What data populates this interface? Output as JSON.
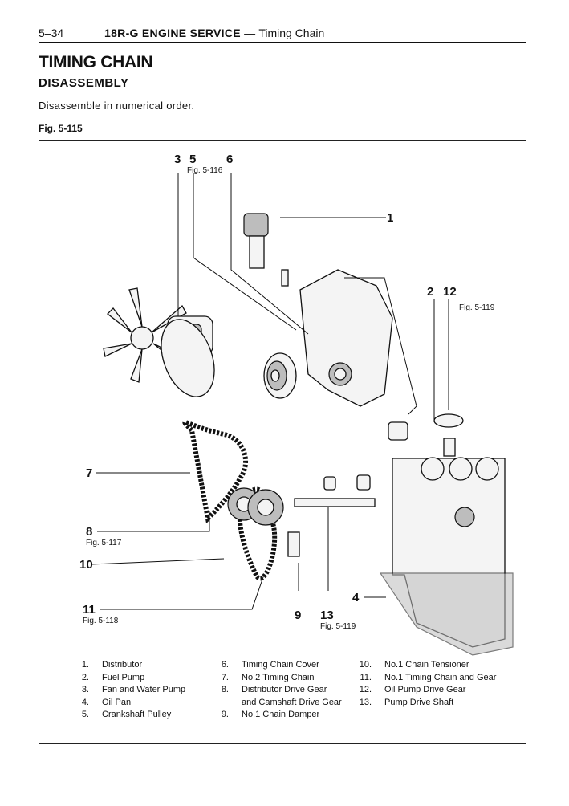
{
  "header": {
    "page_number": "5–34",
    "section": "18R-G ENGINE SERVICE",
    "separator": "—",
    "subsection": "Timing Chain"
  },
  "title": "TIMING CHAIN",
  "subtitle": "DISASSEMBLY",
  "instruction": "Disassemble in numerical order.",
  "figure": {
    "label": "Fig. 5-115",
    "callouts": {
      "c1": "1",
      "c2": "2",
      "c3": "3",
      "c4": "4",
      "c5": "5",
      "c6": "6",
      "c7": "7",
      "c8": "8",
      "c9": "9",
      "c10": "10",
      "c11": "11",
      "c12": "12",
      "c13": "13"
    },
    "refs": {
      "r5": "Fig. 5-116",
      "r12": "Fig. 5-119",
      "r8": "Fig. 5-117",
      "r11": "Fig. 5-118",
      "r13": "Fig. 5-119"
    }
  },
  "legend": {
    "col1": [
      {
        "num": "1.",
        "text": "Distributor"
      },
      {
        "num": "2.",
        "text": "Fuel Pump"
      },
      {
        "num": "3.",
        "text": "Fan and Water Pump"
      },
      {
        "num": "4.",
        "text": "Oil Pan"
      },
      {
        "num": "5.",
        "text": "Crankshaft Pulley"
      }
    ],
    "col2": [
      {
        "num": "6.",
        "text": "Timing Chain Cover"
      },
      {
        "num": "7.",
        "text": "No.2 Timing Chain"
      },
      {
        "num": "8.",
        "text": "Distributor Drive Gear"
      },
      {
        "num": "",
        "text": "and Camshaft Drive Gear"
      },
      {
        "num": "9.",
        "text": "No.1 Chain Damper"
      }
    ],
    "col3": [
      {
        "num": "10.",
        "text": "No.1 Chain Tensioner"
      },
      {
        "num": "11.",
        "text": "No.1 Timing Chain and Gear"
      },
      {
        "num": "12.",
        "text": "Oil Pump Drive Gear"
      },
      {
        "num": "13.",
        "text": "Pump Drive Shaft"
      }
    ]
  }
}
